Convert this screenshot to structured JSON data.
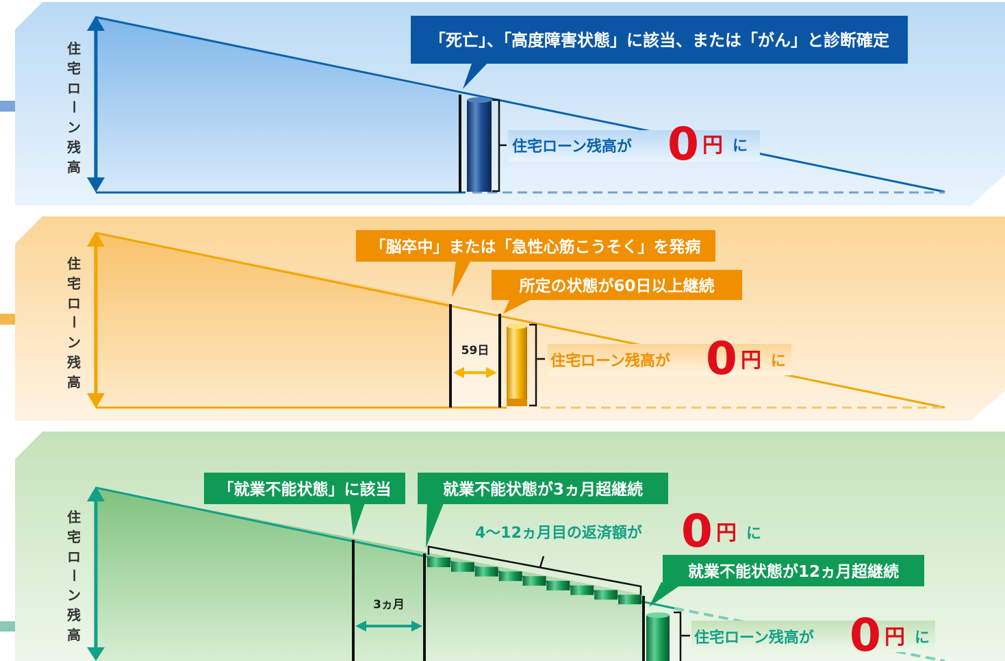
{
  "colors": {
    "blue": "#0a62ad",
    "blue_dark": "#0b4f93",
    "orange": "#f08f00",
    "amber": "#f5b400",
    "green": "#0f9a55",
    "teal": "#12a089",
    "red": "#e00d1a"
  },
  "common": {
    "axis_label_chars": [
      "住",
      "宅",
      "ロ",
      "ー",
      "ン",
      "残",
      "高"
    ],
    "zero": "0",
    "yen": "円",
    "ni": "に"
  },
  "panel_death": {
    "callout": "「死亡」、「高度障害状態」に該当、または「がん」と診断確定",
    "result_prefix": "住宅ローン残高が"
  },
  "panel_stroke": {
    "callout_onset": "「脳卒中」または「急性心筋こうそく」を発病",
    "callout_duration": "所定の状態が60日以上継続",
    "days_label": "59日",
    "result_prefix": "住宅ローン残高が"
  },
  "panel_disability": {
    "callout_onset": "「就業不能状態」に該当",
    "callout_3months": "就業不能状態が3ヵ月超継続",
    "months_label": "3ヵ月",
    "repay_prefix": "4〜12ヵ月目の返済額が",
    "callout_12months": "就業不能状態が12ヵ月超継続",
    "result_prefix": "住宅ローン残高が"
  }
}
